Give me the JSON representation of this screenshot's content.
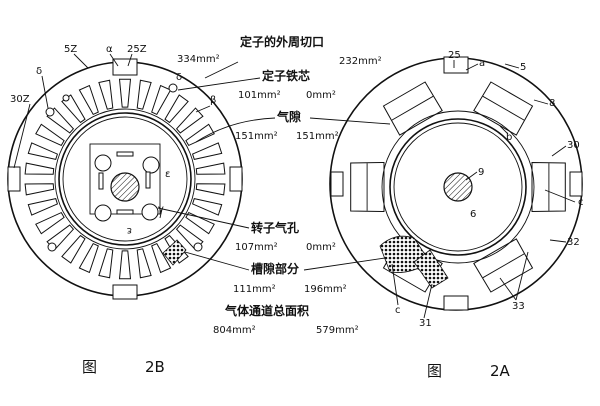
{
  "fig_2b": {
    "labels": {
      "z5": "5Z",
      "alpha": "α",
      "z25": "25Z",
      "d1": "δ",
      "d2": "δ",
      "z30": "30Z",
      "beta": "β",
      "eps1": "ε",
      "eps2": "ε",
      "gamma": "γ"
    },
    "caption": {
      "tu": "图",
      "num": "2B"
    }
  },
  "fig_2a": {
    "labels": {
      "n25": "25",
      "a": "a",
      "n5": "5",
      "n8": "8",
      "b": "b",
      "n30": "30",
      "n9": "9",
      "n6": "6",
      "c1": "c",
      "n32": "32",
      "c2": "c",
      "n31": "31",
      "n33": "33"
    },
    "caption": {
      "tu": "图",
      "num": "2A"
    }
  },
  "annotations": {
    "outer_cut": {
      "title": "定子的外周切口",
      "val_b": "334mm²",
      "val_a": "232mm²"
    },
    "stator_core": {
      "title": "定子铁芯",
      "val_b": "101mm²",
      "val_a": "0mm²"
    },
    "air_gap": {
      "title": "气隙",
      "val_b": "151mm²",
      "val_a": "151mm²"
    },
    "rotor_hole": {
      "title": "转子气孔",
      "val_b": "107mm²",
      "val_a": "0mm²"
    },
    "slot_gap": {
      "title": "槽隙部分",
      "val_b": "111mm²",
      "val_a": "196mm²"
    },
    "total": {
      "title": "气体通道总面积",
      "val_b": "804mm²",
      "val_a": "579mm²"
    }
  }
}
